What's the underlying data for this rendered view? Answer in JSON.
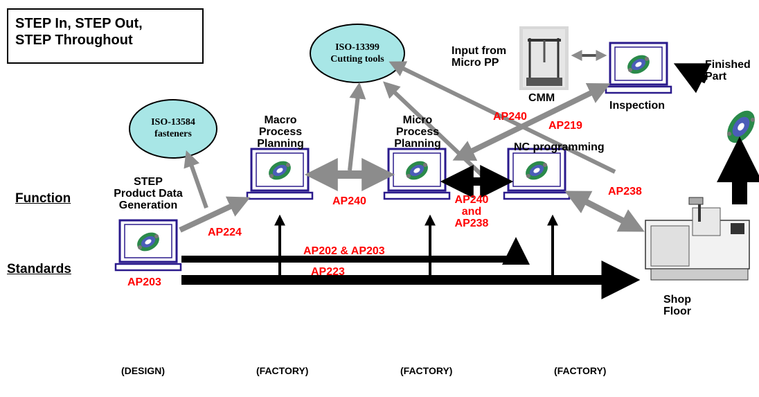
{
  "title_lines": [
    "STEP In, STEP Out,",
    "STEP Throughout"
  ],
  "side_labels": {
    "function": "Function",
    "standards": "Standards"
  },
  "ellipses": {
    "fasteners": {
      "line1": "ISO-13584",
      "line2": "fasteners",
      "color": "#a8e6e6"
    },
    "cutting": {
      "line1": "ISO-13399",
      "line2": "Cutting tools",
      "color": "#a8e6e6"
    }
  },
  "nodes": {
    "step": [
      "STEP",
      "Product Data",
      "Generation"
    ],
    "macro": [
      "Macro",
      "Process",
      "Planning"
    ],
    "micro": [
      "Micro",
      "Process",
      "Planning"
    ],
    "nc": "NC programming",
    "inspection": "Inspection",
    "cmm": "CMM",
    "input": [
      "Input from",
      "Micro PP"
    ],
    "finished": [
      "Finished",
      "Part"
    ],
    "shop": [
      "Shop",
      "Floor"
    ]
  },
  "standards": {
    "ap203": "AP203",
    "ap224": "AP224",
    "ap240_mid": "AP240",
    "ap240_and": [
      "AP240",
      "and",
      "AP238"
    ],
    "ap240_top": "AP240",
    "ap219": "AP219",
    "ap238": "AP238",
    "ap202_203": "AP202 & AP203",
    "ap223": "AP223"
  },
  "footer": [
    "(DESIGN)",
    "(FACTORY)",
    "(FACTORY)",
    "(FACTORY)"
  ],
  "colors": {
    "accent_red": "#ff0000",
    "screen_border": "#2a1a8c",
    "arrow_gray": "#8c8c8c",
    "ellipse": "#a8e6e6"
  }
}
